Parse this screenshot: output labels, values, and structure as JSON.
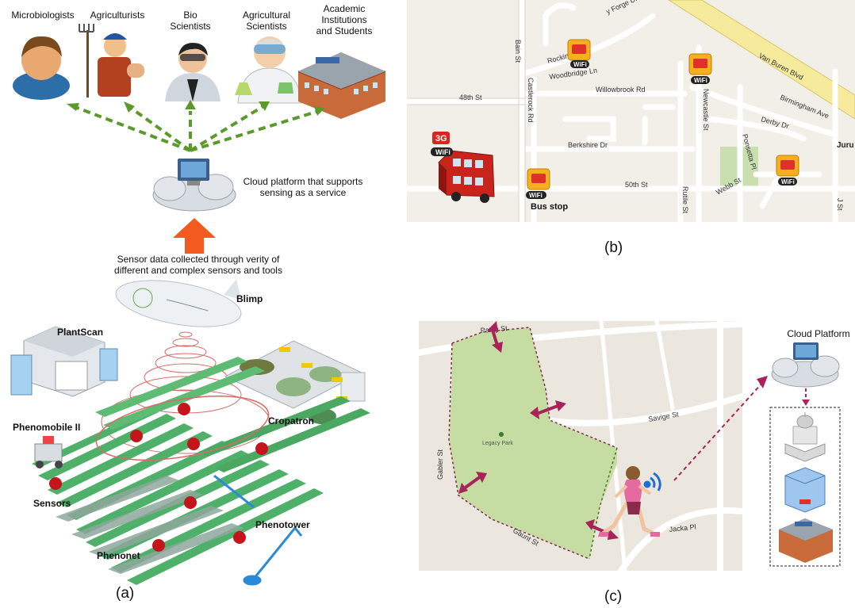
{
  "panel_a": {
    "caption": "(a)",
    "stakeholders": [
      {
        "label": "Microbiologists",
        "icon": "person-icon"
      },
      {
        "label": "Agriculturists",
        "icon": "farmer-icon"
      },
      {
        "label": "Bio\nScientists",
        "icon": "scientist-icon"
      },
      {
        "label": "Agricultural\nScientists",
        "icon": "lab-scientist-icon"
      },
      {
        "label": "Academic\nInstitutions\nand Students",
        "icon": "university-icon"
      }
    ],
    "cloud_label": "Cloud platform that supports\nsensing as a service",
    "sensor_label": "Sensor data collected through verity of\ndifferent and complex sensors and tools",
    "tools": {
      "blimp": "Blimp",
      "plantscan": "PlantScan",
      "cropatron": "Cropatron",
      "phenomobile": "Phenomobile II",
      "sensors": "Sensors",
      "phenotower": "Phenotower",
      "phenonet": "Phenonet"
    }
  },
  "panel_b": {
    "caption": "(b)",
    "streets": [
      "Van Buren Blvd",
      "Birmingham Ave",
      "48th St",
      "Willowbrook Rd",
      "Woodbridge Ln",
      "Berkshire Dr",
      "50th St",
      "Derby Dr",
      "Webb St",
      "Bain St",
      "Castlerock Rd",
      "Newcastle St",
      "Ponsetta Pl",
      "Rutile St",
      "Rocking",
      "y Forge Dr",
      "Juru",
      "J St"
    ],
    "wifi": "WiFi",
    "network_3g": "3G",
    "bus_stop": "Bus stop"
  },
  "panel_c": {
    "caption": "(c)",
    "streets": [
      "Patey St",
      "Savige St",
      "Jacka Pl",
      "Gabler St",
      "Gaunt St"
    ],
    "park": "Legacy Park",
    "cloud": "Cloud Platform"
  }
}
